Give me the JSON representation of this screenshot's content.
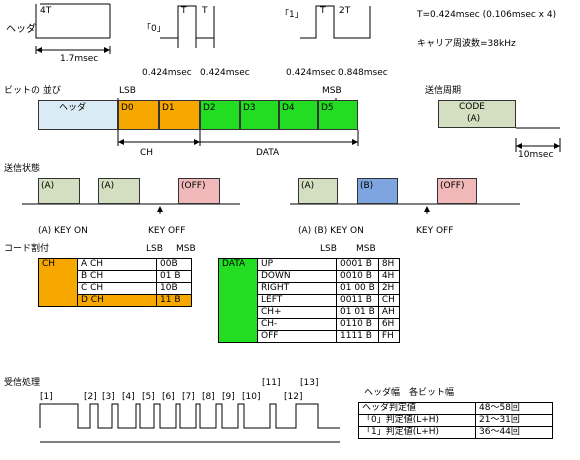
{
  "header": {
    "title": "ヘッダ",
    "high_label": "4T",
    "duration": "1.7msec",
    "zero_label": "「0」",
    "one_label": "「1」",
    "t": "T",
    "two_t": "2T",
    "zero_times": [
      "0.424msec",
      "0.424msec"
    ],
    "one_times": [
      "0.424msec",
      "0.848msec"
    ],
    "t_def": "T=0.424msec (0.106msec x 4)",
    "carrier": "キャリア周波数=38kHz"
  },
  "bits": {
    "title": "ビットの 並び",
    "lsb": "LSB",
    "msb": "MSB",
    "cells": [
      "ヘッダ",
      "D0",
      "D1",
      "D2",
      "D3",
      "D4",
      "D5"
    ],
    "ch": "CH",
    "data": "DATA"
  },
  "period": {
    "title": "送信周期",
    "code": "CODE",
    "code_sub": "(A)",
    "gap": "10msec"
  },
  "state": {
    "title": "送信状態",
    "left_boxes": [
      "(A)",
      "(A)",
      "(OFF)"
    ],
    "right_boxes": [
      "(A)",
      "(B)",
      "(OFF)"
    ],
    "left_on": "(A) KEY ON",
    "left_off": "KEY OFF",
    "right_on": "(A) (B) KEY ON",
    "right_off": "KEY OFF"
  },
  "code": {
    "title": "コード割付",
    "lsb": "LSB",
    "msb": "MSB",
    "ch_head": "CH",
    "ch_rows": [
      [
        "A CH",
        "00B"
      ],
      [
        "B CH",
        "01 B"
      ],
      [
        "C CH",
        "10B"
      ],
      [
        "D CH",
        "11 B"
      ]
    ],
    "data_head": "DATA",
    "data_rows": [
      [
        "UP",
        "0001 B",
        "8H"
      ],
      [
        "DOWN",
        "0010 B",
        "4H"
      ],
      [
        "RIGHT",
        "01 00 B",
        "2H"
      ],
      [
        "LEFT",
        "0011 B",
        "CH"
      ],
      [
        "CH+",
        "01 01 B",
        "AH"
      ],
      [
        "CH-",
        "0110 B",
        "6H"
      ],
      [
        "OFF",
        "1111 B",
        "FH"
      ]
    ]
  },
  "recv": {
    "title": "受信処理",
    "marks": [
      "[1]",
      "[2]",
      "[3]",
      "[4]",
      "[5]",
      "[6]",
      "[7]",
      "[8]",
      "[9]",
      "[10]",
      "[11]",
      "[12]",
      "[13]"
    ],
    "width_title": "ヘッダ幅　各ビット幅",
    "table": [
      [
        "ヘッダ判定値",
        "48～58回"
      ],
      [
        "「0」判定値(L+H)",
        "21～31回"
      ],
      [
        "「1」判定値(L+H)",
        "36～44回"
      ]
    ]
  },
  "colors": {
    "light_blue": "#d9ecf5",
    "orange": "#f7a800",
    "green": "#22dd22",
    "sage": "#d4dec0",
    "blue": "#7fa5e0",
    "pink": "#f0b8b8"
  }
}
